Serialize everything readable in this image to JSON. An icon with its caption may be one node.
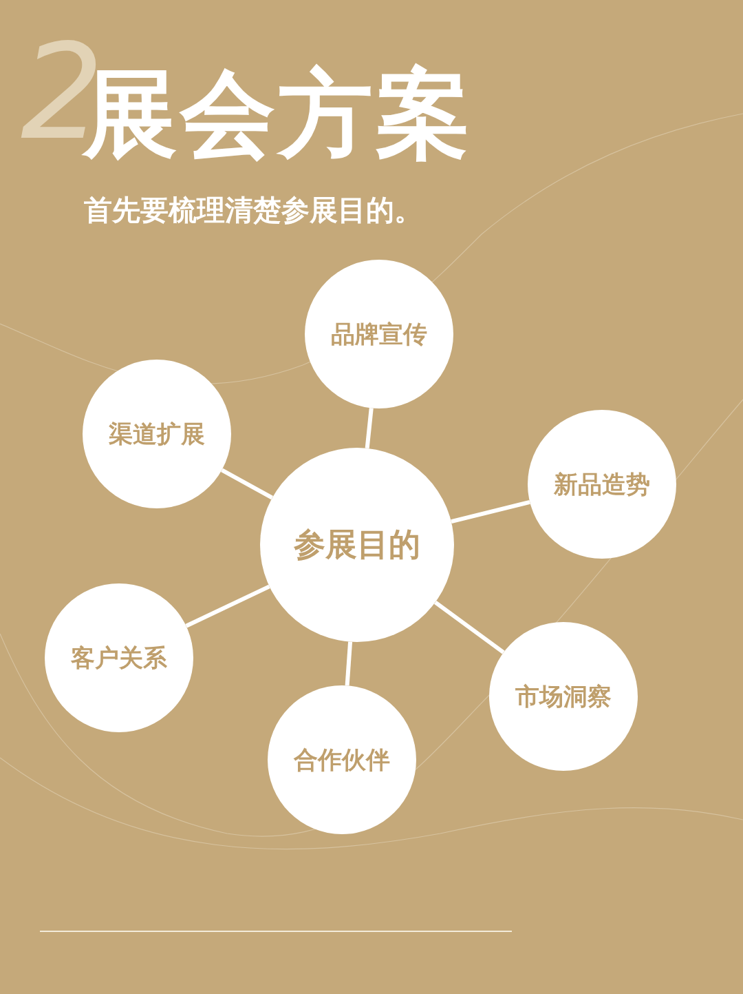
{
  "diagram": {
    "title": "展会方案",
    "nodes": [
      {
        "text": [
          "参展目的"
        ]
      },
      {
        "text": [
          "品牌宣传"
        ]
      },
      {
        "text": [
          "渠道扩展"
        ]
      },
      {
        "text": [
          "新品造势"
        ]
      },
      {
        "text": [
          "客户关系"
        ]
      },
      {
        "text": [
          "市场洞察"
        ]
      },
      {
        "text": [
          "合作伙伴"
        ]
      }
    ],
    "edges": [
      {
        "from": 0,
        "to": 1,
        "arrow": "none"
      },
      {
        "from": 0,
        "to": 2,
        "arrow": "none"
      },
      {
        "from": 0,
        "to": 3,
        "arrow": "none"
      },
      {
        "from": 0,
        "to": 4,
        "arrow": "none"
      },
      {
        "from": 0,
        "to": 5,
        "arrow": "none"
      },
      {
        "from": 0,
        "to": 6,
        "arrow": "none"
      }
    ],
    "labels": [
      "2",
      "首先要梳理清楚参展目的。"
    ]
  }
}
